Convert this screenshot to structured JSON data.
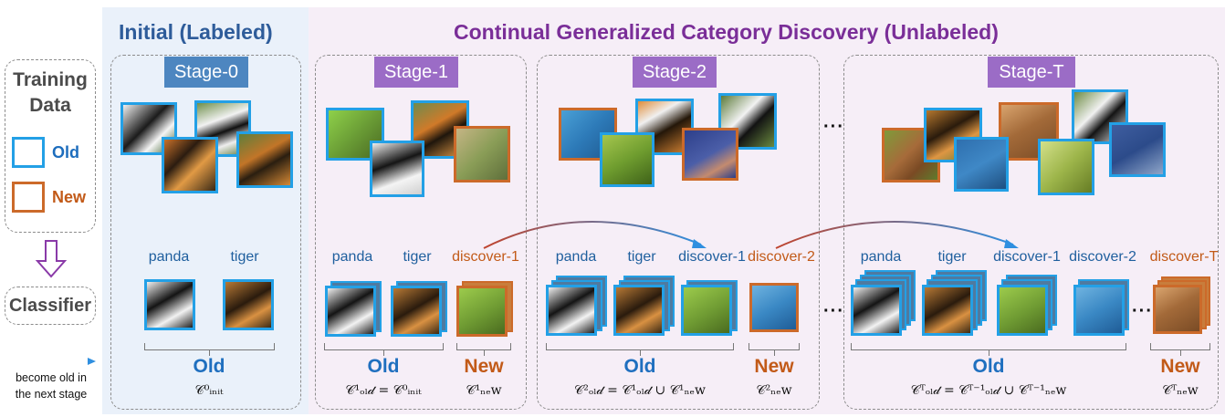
{
  "legend": {
    "training_data_line1": "Training",
    "training_data_line2": "Data",
    "old": "Old",
    "new": "New",
    "classifier": "Classifier",
    "arrow_note_line1": "become old in",
    "arrow_note_line2": "the next stage"
  },
  "titles": {
    "initial": "Initial (Labeled)",
    "continual": "Continual Generalized Category Discovery (Unlabeled)"
  },
  "stages": [
    {
      "tag": "Stage-0"
    },
    {
      "tag": "Stage-1"
    },
    {
      "tag": "Stage-2"
    },
    {
      "tag": "Stage-T"
    }
  ],
  "class_labels": {
    "panda": "panda",
    "tiger": "tiger",
    "discover_1": "discover-1",
    "discover_2": "discover-2",
    "discover_T": "discover-T"
  },
  "group_words": {
    "old": "Old",
    "new": "New"
  },
  "formulas": {
    "stage0_old": "𝒞⁰ᵢₙᵢₜ",
    "stage1_old": "𝒞¹ₒₗ𝒹 = 𝒞⁰ᵢₙᵢₜ",
    "stage1_new": "𝒞¹ₙₑw",
    "stage2_old": "𝒞²ₒₗ𝒹 = 𝒞¹ₒₗ𝒹 ∪ 𝒞¹ₙₑw",
    "stage2_new": "𝒞²ₙₑw",
    "stageT_old": "𝒞ᵀₒₗ𝒹 = 𝒞ᵀ⁻¹ₒₗ𝒹 ∪ 𝒞ᵀ⁻¹ₙₑw",
    "stageT_new": "𝒞ᵀₙₑw"
  },
  "ellipsis": "···",
  "colors": {
    "old_border": "#23a0e6",
    "new_border": "#cc6a2a",
    "stage0_tag": "#4d86c0",
    "stage_tag": "#9b6cc6",
    "initial_bg": "#eaf1fa",
    "continual_bg": "#f6eef7"
  },
  "icons": {
    "arrow_down": "hollow-down-arrow-icon",
    "gradient_arrow": "red-to-blue-arrow-icon"
  }
}
